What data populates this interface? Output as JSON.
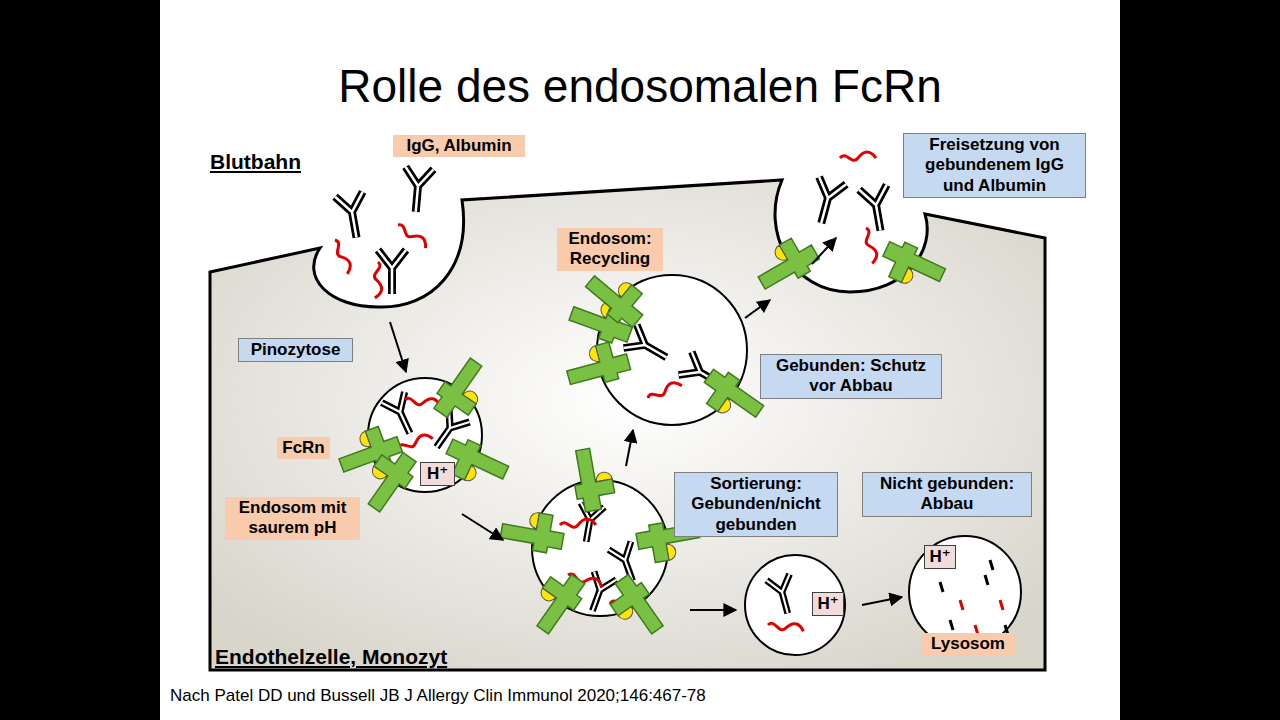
{
  "diagram": {
    "title": "Rolle des endosomalen FcRn",
    "caption": "Nach Patel DD und Bussell JB J Allergy Clin Immunol 2020;146:467-78",
    "nodes": [
      {
        "text": [
          "IgG, Albumin"
        ]
      },
      {
        "text": [
          "Freisetzung von gebundenem IgG und Albumin"
        ]
      },
      {
        "text": [
          "Endosom: Recycling"
        ]
      },
      {
        "text": [
          "Pinozytose"
        ]
      },
      {
        "text": [
          "Gebunden: Schutz vor Abbau"
        ]
      },
      {
        "text": [
          "FcRn"
        ]
      },
      {
        "text": [
          "H⁺"
        ]
      },
      {
        "text": [
          "Endosom mit saurem pH"
        ]
      },
      {
        "text": [
          "Sortierung: Gebunden/nicht gebunden"
        ]
      },
      {
        "text": [
          "Nicht gebunden: Abbau"
        ]
      },
      {
        "text": [
          "H⁺"
        ]
      },
      {
        "text": [
          "H⁺"
        ]
      },
      {
        "text": [
          "Lysosom"
        ]
      }
    ],
    "labels": [
      "Blutbahn",
      "Endothelzelle, Monozyt"
    ]
  }
}
